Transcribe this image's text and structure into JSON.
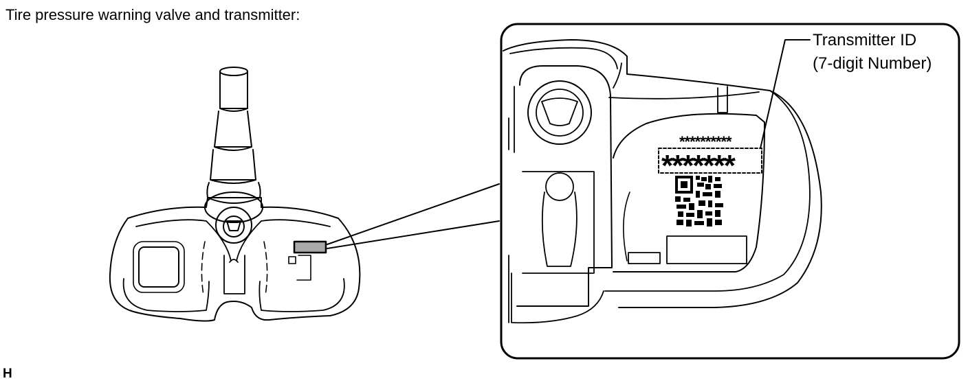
{
  "title": "Tire pressure warning valve and transmitter:",
  "callout": {
    "line1": "Transmitter ID",
    "line2": "(7-digit Number)"
  },
  "label_small_code": "**********",
  "label_id_code": "*******",
  "figure_code": "H",
  "colors": {
    "line": "#000000",
    "label_fill": "#a8a8a8",
    "background": "#ffffff"
  }
}
